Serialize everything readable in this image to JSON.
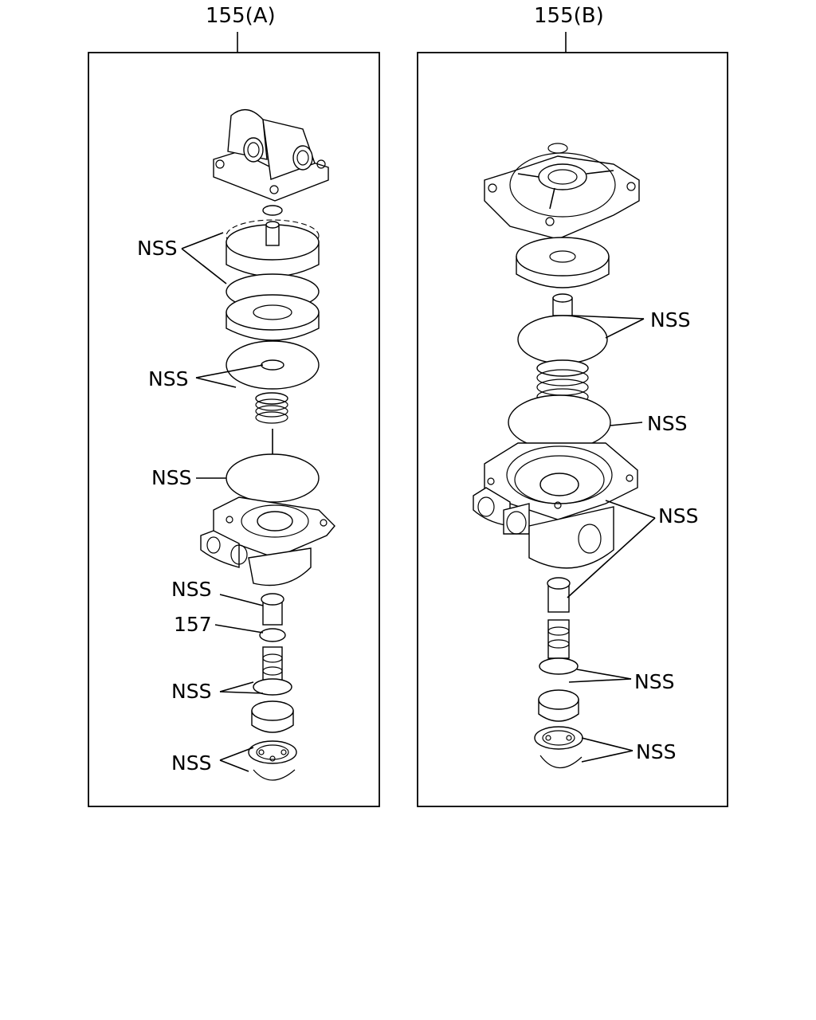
{
  "panels": [
    {
      "header": "155(A)",
      "labels": [
        "NSS",
        "NSS",
        "NSS",
        "NSS",
        "157",
        "NSS",
        "NSS"
      ]
    },
    {
      "header": "155(B)",
      "labels": [
        "NSS",
        "NSS",
        "NSS",
        "NSS",
        "NSS"
      ]
    }
  ]
}
